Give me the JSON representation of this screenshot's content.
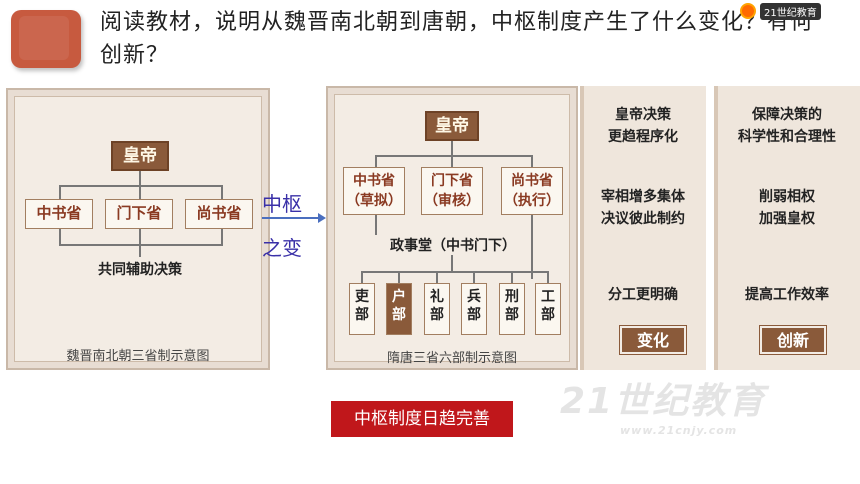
{
  "question": "阅读教材，说明从魏晋南北朝到唐朝，中枢制度产生了什么变化？有何创新？",
  "logo_text": "21世纪教育",
  "left_diagram": {
    "emperor": "皇帝",
    "depts": [
      "中书省",
      "门下省",
      "尚书省"
    ],
    "joint": "共同辅助决策",
    "caption": "魏晋南北朝三省制示意图"
  },
  "middle_label": {
    "line1": "中枢",
    "line2": "之变"
  },
  "mid_diagram": {
    "emperor": "皇帝",
    "depts": [
      {
        "name": "中书省",
        "role": "（草拟）"
      },
      {
        "name": "门下省",
        "role": "（审核）"
      },
      {
        "name": "尚书省",
        "role": "（执行）"
      }
    ],
    "council": "政事堂（中书门下）",
    "ministries": [
      {
        "top": "吏",
        "bottom": "部"
      },
      {
        "top": "户",
        "bottom": "部"
      },
      {
        "top": "礼",
        "bottom": "部"
      },
      {
        "top": "兵",
        "bottom": "部"
      },
      {
        "top": "刑",
        "bottom": "部"
      },
      {
        "top": "工",
        "bottom": "部"
      }
    ],
    "caption": "隋唐三省六部制示意图"
  },
  "change_col": {
    "items": [
      [
        "皇帝决策",
        "更趋程序化"
      ],
      [
        "宰相增多集体",
        "决议彼此制约"
      ],
      [
        "分工更明确"
      ]
    ],
    "tag": "变化"
  },
  "innovation_col": {
    "items": [
      [
        "保障决策的",
        "科学性和合理性"
      ],
      [
        "削弱相权",
        "加强皇权"
      ],
      [
        "提高工作效率"
      ]
    ],
    "tag": "创新"
  },
  "banner": "中枢制度日趋完善",
  "watermark": {
    "main": "21世纪教育",
    "sub": "www.21cnjy.com"
  }
}
